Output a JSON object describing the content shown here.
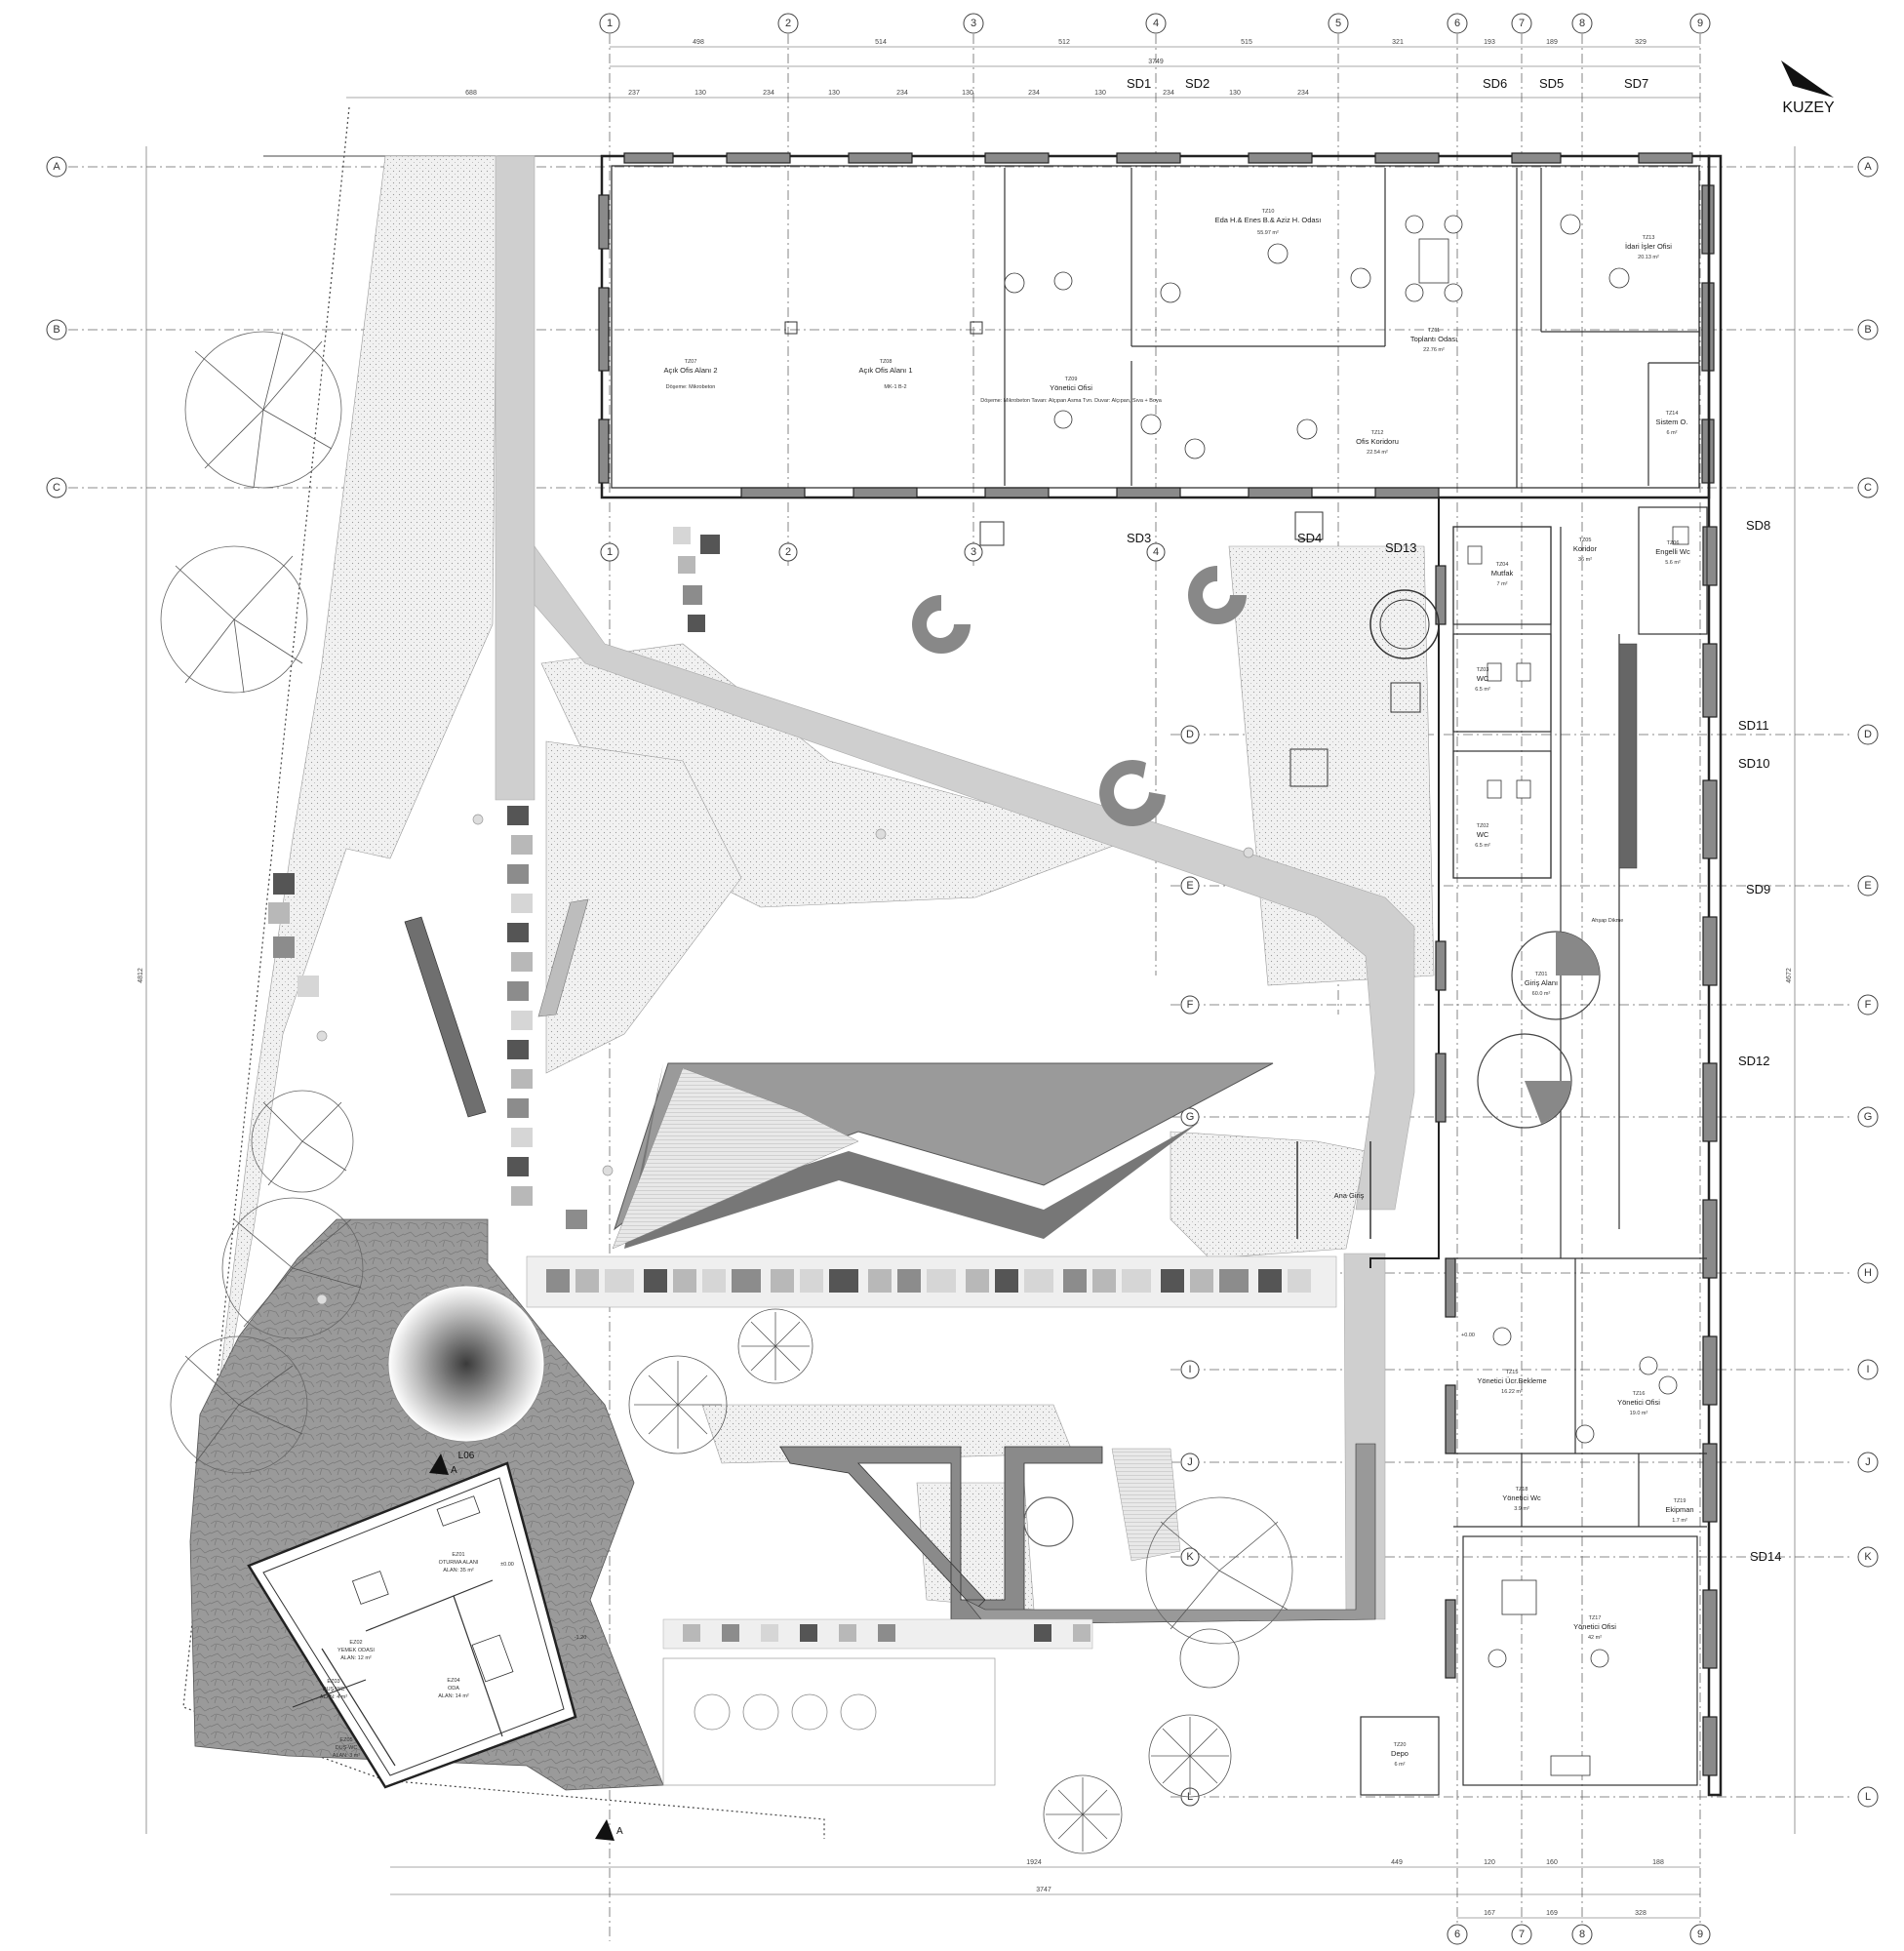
{
  "north_label": "KUZEY",
  "grid_columns": [
    "1",
    "2",
    "3",
    "4",
    "5",
    "6",
    "7",
    "8",
    "9"
  ],
  "grid_rows": [
    "A",
    "B",
    "C",
    "D",
    "E",
    "F",
    "G",
    "H",
    "I",
    "J",
    "K",
    "L"
  ],
  "sections": [
    "SD1",
    "SD2",
    "SD3",
    "SD4",
    "SD5",
    "SD6",
    "SD7",
    "SD8",
    "SD9",
    "SD10",
    "SD11",
    "SD12",
    "SD13",
    "SD14"
  ],
  "top_dimensions": {
    "row1": [
      "498",
      "514",
      "512",
      "515",
      "321",
      "193",
      "189",
      "329"
    ],
    "row2": [
      "237",
      "130",
      "234",
      "130",
      "234",
      "130",
      "234",
      "130",
      "234",
      "130",
      "234"
    ],
    "overall": "3749",
    "left_offset": "688"
  },
  "bottom_dimensions": {
    "row1": [
      "1924",
      "449",
      "120",
      "160",
      "188"
    ],
    "overall": "3747",
    "row2": [
      "167",
      "169",
      "328"
    ]
  },
  "right_overall": "4672",
  "left_overall": "4812",
  "rooms": [
    {
      "id": "TZ07",
      "name": "Açık Ofis Alanı 2",
      "detail": "Döşeme: Mikrobeton"
    },
    {
      "id": "TZ08",
      "name": "Açık Ofis Alanı 1",
      "detail": "MK-1  B-2"
    },
    {
      "id": "TZ09",
      "name": "Yönetici Ofisi",
      "detail": "Döşeme: Mikrobeton  Tavan: Alçıpan Asma Tvn.  Duvar: Alçıpan, Sıva + Boya"
    },
    {
      "id": "TZ10",
      "name": "Eda H.& Enes B.& Aziz H. Odası",
      "detail": "55.97 m²"
    },
    {
      "id": "TZ11",
      "name": "Toplantı Odası",
      "detail": "22.76 m²"
    },
    {
      "id": "TZ12",
      "name": "Ofis Koridoru",
      "detail": "22.54 m²"
    },
    {
      "id": "TZ13",
      "name": "İdari İşler Ofisi",
      "detail": "20.13 m²"
    },
    {
      "id": "TZ14",
      "name": "Sistem O.",
      "detail": "6 m²"
    },
    {
      "id": "TZ04",
      "name": "Mutfak",
      "detail": "7 m²"
    },
    {
      "id": "TZ03",
      "name": "WC",
      "detail": "6.5 m²"
    },
    {
      "id": "TZ02",
      "name": "WC",
      "detail": "6.5 m²"
    },
    {
      "id": "TZ05",
      "name": "Koridor",
      "detail": "36 m²"
    },
    {
      "id": "TZ06",
      "name": "Engelli Wc",
      "detail": "5.6 m²"
    },
    {
      "id": "TZ01",
      "name": "Giriş Alanı",
      "detail": "60.0 m²"
    },
    {
      "id": "TZ15",
      "name": "Yönetici Ücr.Bekleme",
      "detail": "16.22 m²"
    },
    {
      "id": "TZ16",
      "name": "Yönetici Ofisi",
      "detail": "19.0 m²"
    },
    {
      "id": "TZ18",
      "name": "Yönetici Wc",
      "detail": "3.9 m²"
    },
    {
      "id": "TZ19",
      "name": "Ekipman",
      "detail": "1.7 m²"
    },
    {
      "id": "TZ17",
      "name": "Yönetici Ofisi",
      "detail": "42 m²"
    },
    {
      "id": "TZ20",
      "name": "Depo",
      "detail": "6 m²"
    }
  ],
  "annex_rooms": [
    {
      "id": "EZ01",
      "name": "OTURMA ALANI",
      "detail": "ALAN: 35 m²"
    },
    {
      "id": "EZ02",
      "name": "YEMEK ODASI",
      "detail": "ALAN: 12 m²"
    },
    {
      "id": "EZ03",
      "name": "DUŞ-WC",
      "detail": "ALAN: 4 m²"
    },
    {
      "id": "EZ04",
      "name": "ODA",
      "detail": "ALAN: 14 m²"
    },
    {
      "id": "EZ05",
      "name": "DUŞ-WC",
      "detail": "ALAN: 3 m²"
    }
  ],
  "labels": {
    "main_entrance": "Ana Giriş",
    "plant_area": "Ahşap Dikme",
    "landscape": "L06",
    "section_A": "A"
  },
  "levels": [
    "±0.00",
    "-1.20",
    "+0.00"
  ]
}
